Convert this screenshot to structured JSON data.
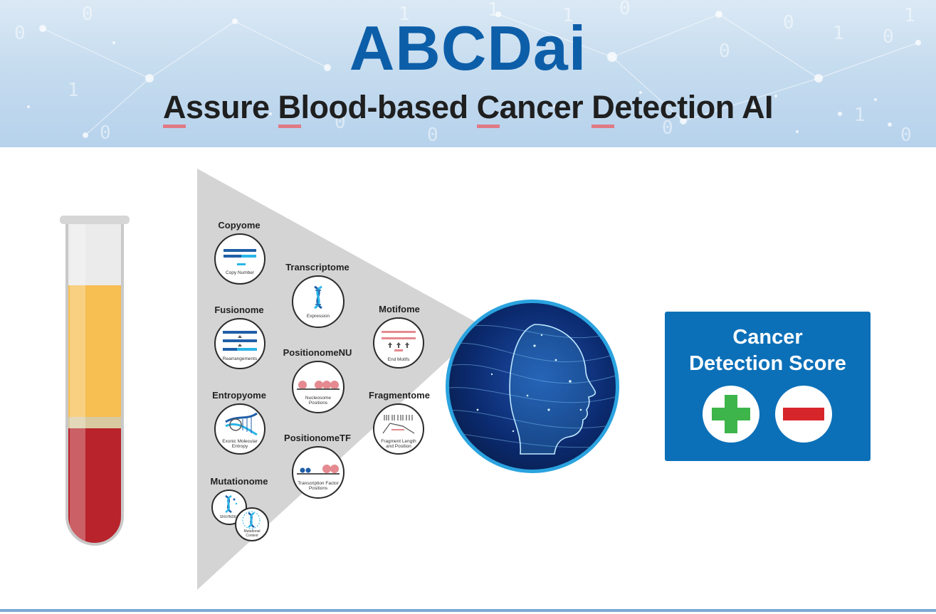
{
  "banner": {
    "title": "ABCDai",
    "subtitle_words": [
      {
        "first": "A",
        "rest": "ssure"
      },
      {
        "first": "B",
        "rest": "lood-based"
      },
      {
        "first": "C",
        "rest": "ancer"
      },
      {
        "first": "D",
        "rest": "etection"
      },
      {
        "first": "",
        "rest": "AI"
      }
    ],
    "binary_digits": [
      "0",
      "1",
      "0",
      "0",
      "1",
      "0",
      "1",
      "0",
      "0",
      "1",
      "0",
      "1",
      "0",
      "0",
      "1",
      "0",
      "0",
      "1"
    ]
  },
  "omes": {
    "copyome": {
      "label": "Copyome",
      "caption": "Copy Number"
    },
    "transcriptome": {
      "label": "Transcriptome",
      "caption": "Expression"
    },
    "fusionome": {
      "label": "Fusionome",
      "caption": "Rearrangements"
    },
    "motifome": {
      "label": "Motifome",
      "caption": "End Motifs"
    },
    "positionomenu": {
      "label": "PositionomeNU",
      "caption_line1": "Nucleosome",
      "caption_line2": "Positions"
    },
    "entropyome": {
      "label": "Entropyome",
      "caption_line1": "Exonic Molecular",
      "caption_line2": "Entropy"
    },
    "fragmentome": {
      "label": "Fragmentome",
      "caption_line1": "Fragment Length",
      "caption_line2": "and Position"
    },
    "positionometf": {
      "label": "PositionomeTF",
      "caption_line1": "Transcription Factor",
      "caption_line2": "Positions"
    },
    "mutationome": {
      "label": "Mutationome",
      "caption_a": "SNV/INDEL",
      "caption_b_line1": "Mutational",
      "caption_b_line2": "Context"
    }
  },
  "score_panel": {
    "title_line1": "Cancer",
    "title_line2": "Detection Score"
  },
  "colors": {
    "brand_blue": "#0d5ea8",
    "panel_blue": "#0c70b8",
    "plasma": "#f7be52",
    "blood": "#b8232c",
    "positive": "#3db54a",
    "negative": "#d7262b",
    "underline": "#e07a85"
  },
  "icons": [
    "test-tube-icon",
    "dna-helix-icon",
    "ai-head-icon",
    "plus-icon",
    "minus-icon"
  ]
}
